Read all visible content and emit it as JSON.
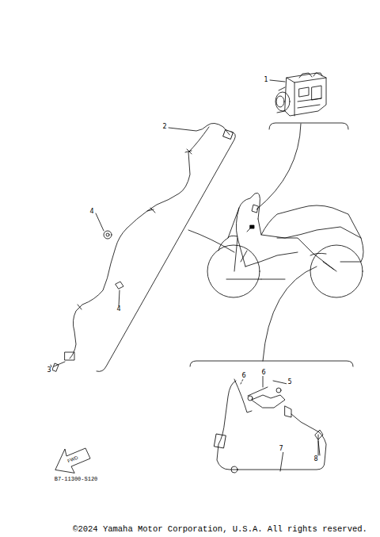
{
  "diagram": {
    "labels": [
      "1",
      "2",
      "4",
      "4",
      "3",
      "6",
      "6",
      "5",
      "7",
      "8",
      "FWD",
      "B7-11300-S120",
      "©2024 Yamaha Motor Corporation, U.S.A. All rights reserved."
    ]
  }
}
